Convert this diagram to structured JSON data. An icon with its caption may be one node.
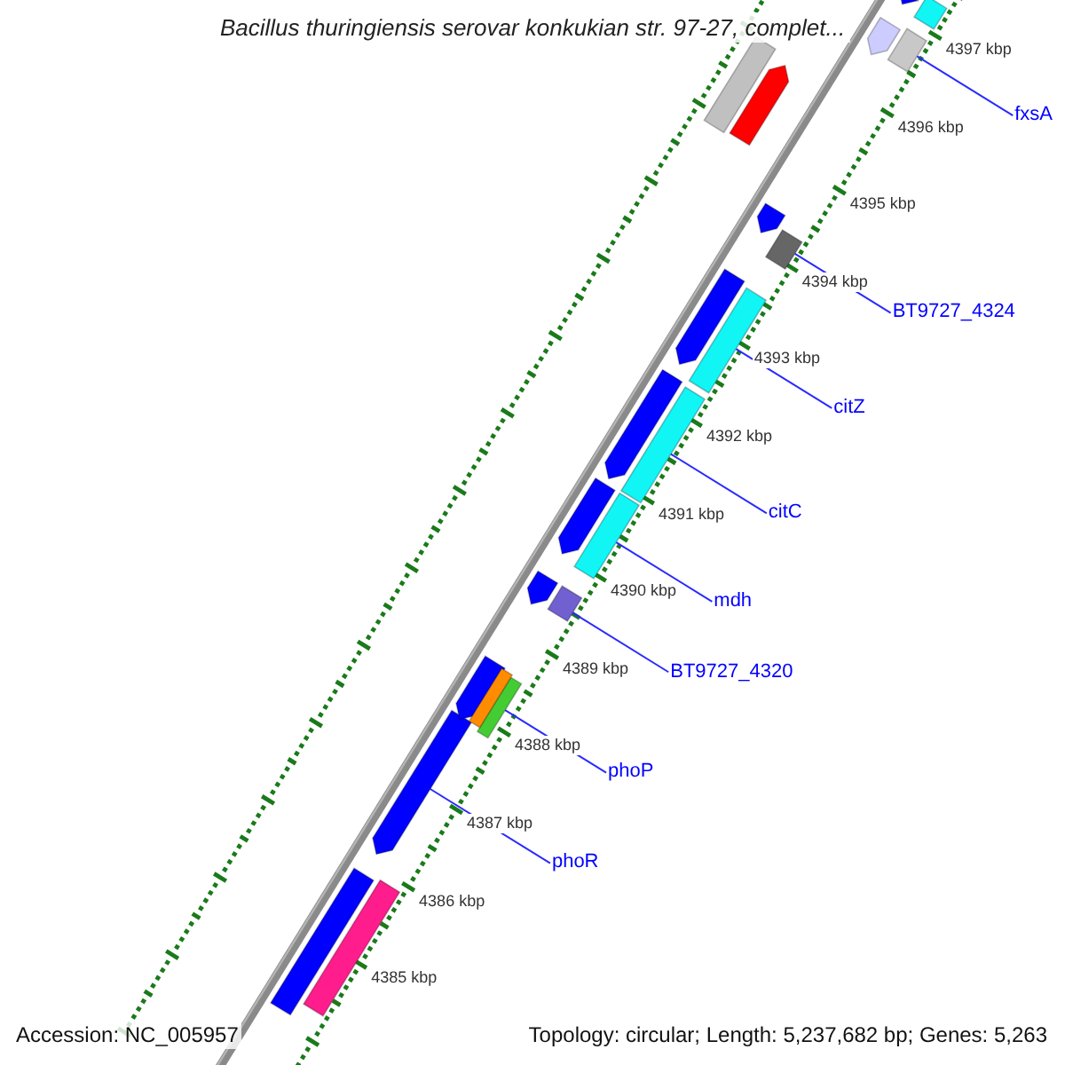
{
  "diagram": {
    "title": "Bacillus thuringiensis serovar konkukian str. 97-27, complet...",
    "nodes": [
      {
        "text": [
          "fxsA"
        ]
      },
      {
        "text": [],
        "shape": "box"
      },
      {
        "text": [
          "BT9727_4324"
        ]
      },
      {
        "text": [],
        "shape": "box"
      },
      {
        "text": [
          "citZ"
        ]
      },
      {
        "text": [],
        "shape": "box"
      },
      {
        "text": [
          "citC"
        ]
      },
      {
        "text": [],
        "shape": "box"
      },
      {
        "text": [
          "mdh"
        ]
      },
      {
        "text": [],
        "shape": "box"
      },
      {
        "text": [
          "BT9727_4320"
        ]
      },
      {
        "text": [],
        "shape": "box"
      },
      {
        "text": [
          "phoP"
        ]
      },
      {
        "text": [],
        "shape": "box"
      },
      {
        "text": [
          "phoR"
        ]
      },
      {
        "text": [],
        "shape": "arrow"
      },
      {
        "text": [],
        "shape": "arrow"
      },
      {
        "text": [],
        "shape": "box"
      },
      {
        "text": [],
        "shape": "arrow"
      },
      {
        "text": [],
        "shape": "box"
      },
      {
        "text": [],
        "shape": "arrow"
      },
      {
        "text": [],
        "shape": "arrow"
      },
      {
        "text": [],
        "shape": "arrow"
      },
      {
        "text": [],
        "shape": "arrow"
      },
      {
        "text": [],
        "shape": "arrow"
      },
      {
        "text": [],
        "shape": "arrow"
      },
      {
        "text": [],
        "shape": "arrow"
      },
      {
        "text": [],
        "shape": "box"
      },
      {
        "text": [],
        "shape": "box"
      },
      {
        "text": [],
        "shape": "box"
      }
    ],
    "edges": [
      {
        "from": 0,
        "to": 1,
        "arrow": "none"
      },
      {
        "from": 2,
        "to": 3,
        "arrow": "none"
      },
      {
        "from": 4,
        "to": 5,
        "arrow": "none"
      },
      {
        "from": 6,
        "to": 7,
        "arrow": "none"
      },
      {
        "from": 8,
        "to": 9,
        "arrow": "none"
      },
      {
        "from": 10,
        "to": 11,
        "arrow": "none"
      },
      {
        "from": 12,
        "to": 13,
        "arrow": "none"
      },
      {
        "from": 14,
        "to": 15,
        "arrow": "none"
      }
    ],
    "labels": [
      "4397 kbp",
      "4396 kbp",
      "4395 kbp",
      "4394 kbp",
      "4393 kbp",
      "4392 kbp",
      "4391 kbp",
      "4390 kbp",
      "4389 kbp",
      "4388 kbp",
      "4387 kbp",
      "4386 kbp",
      "4385 kbp",
      "Accession: NC_005957",
      "Topology: circular; Length: 5,237,682 bp; Genes: 5,263"
    ]
  }
}
